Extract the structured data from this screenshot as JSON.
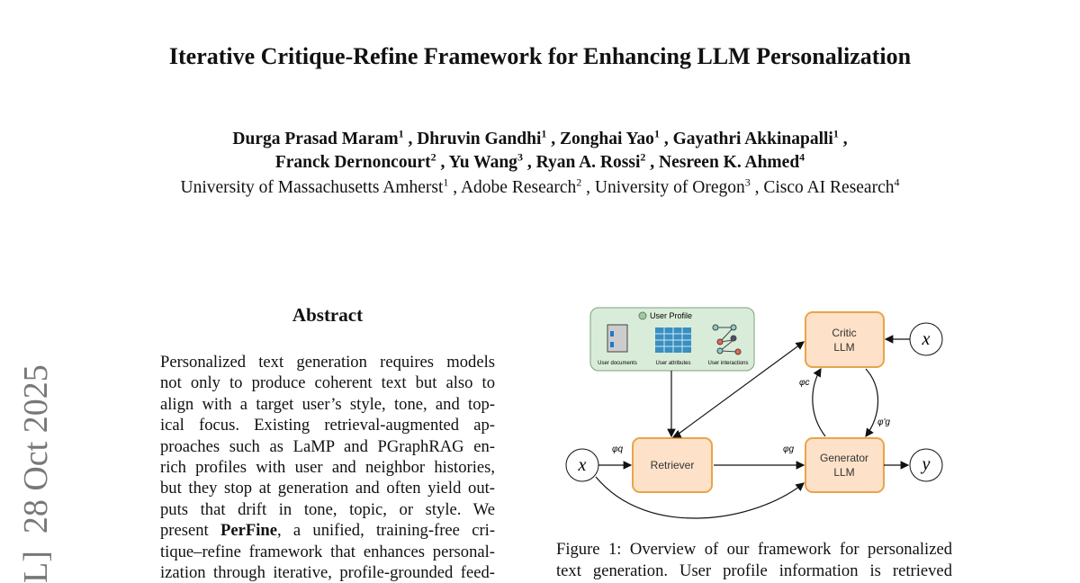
{
  "title": "Iterative Critique-Refine Framework for Enhancing LLM Personalization",
  "authors_line1": [
    {
      "name": "Durga Prasad Maram",
      "sup": "1"
    },
    {
      "name": "Dhruvin Gandhi",
      "sup": "1"
    },
    {
      "name": "Zonghai Yao",
      "sup": "1"
    },
    {
      "name": "Gayathri Akkinapalli",
      "sup": "1"
    }
  ],
  "authors_line2": [
    {
      "name": "Franck Dernoncourt",
      "sup": "2"
    },
    {
      "name": "Yu Wang",
      "sup": "3"
    },
    {
      "name": "Ryan A. Rossi",
      "sup": "2"
    },
    {
      "name": "Nesreen K. Ahmed",
      "sup": "4"
    }
  ],
  "affiliations": [
    {
      "name": "University of Massachusetts Amherst",
      "sup": "1"
    },
    {
      "name": "Adobe Research",
      "sup": "2"
    },
    {
      "name": "University of Oregon",
      "sup": "3"
    },
    {
      "name": "Cisco AI Research",
      "sup": "4"
    }
  ],
  "arxiv_stamp": "L]  28 Oct 2025",
  "abstract": {
    "heading": "Abstract",
    "lines": [
      "Personalized text generation requires models",
      "not only to produce coherent text but also to",
      "align with a target user’s style, tone, and top-",
      "ical focus.  Existing retrieval-augmented ap-",
      "proaches such as LaMP and PGraphRAG en-",
      "rich profiles with user and neighbor histories,",
      "but they stop at generation and often yield out-",
      "puts that drift in tone, topic, or style.  We",
      "present |PerFine|, a unified, training-free cri-",
      "tique–refine framework that enhances personal-",
      "ization through iterative, profile-grounded feed-"
    ]
  },
  "figure": {
    "profile_title": "User Profile",
    "profile_items": [
      "User documents",
      "User attributes",
      "User interactions"
    ],
    "critic": [
      "Critic",
      "LLM"
    ],
    "retriever": "Retriever",
    "generator": [
      "Generator",
      "LLM"
    ],
    "x": "x",
    "y": "y",
    "phi_q": "φq",
    "phi_g": "φg",
    "phi_c": "φc",
    "phi_g_prime": "φ'g",
    "colors": {
      "box_fill": "#fde1c8",
      "box_stroke": "#e8a54a",
      "profile_fill": "#d9ecd9",
      "profile_stroke": "#7ba17b"
    }
  },
  "caption": [
    "Figure 1: Overview of our framework for personalized",
    "text generation.  User profile information is retrieved"
  ]
}
